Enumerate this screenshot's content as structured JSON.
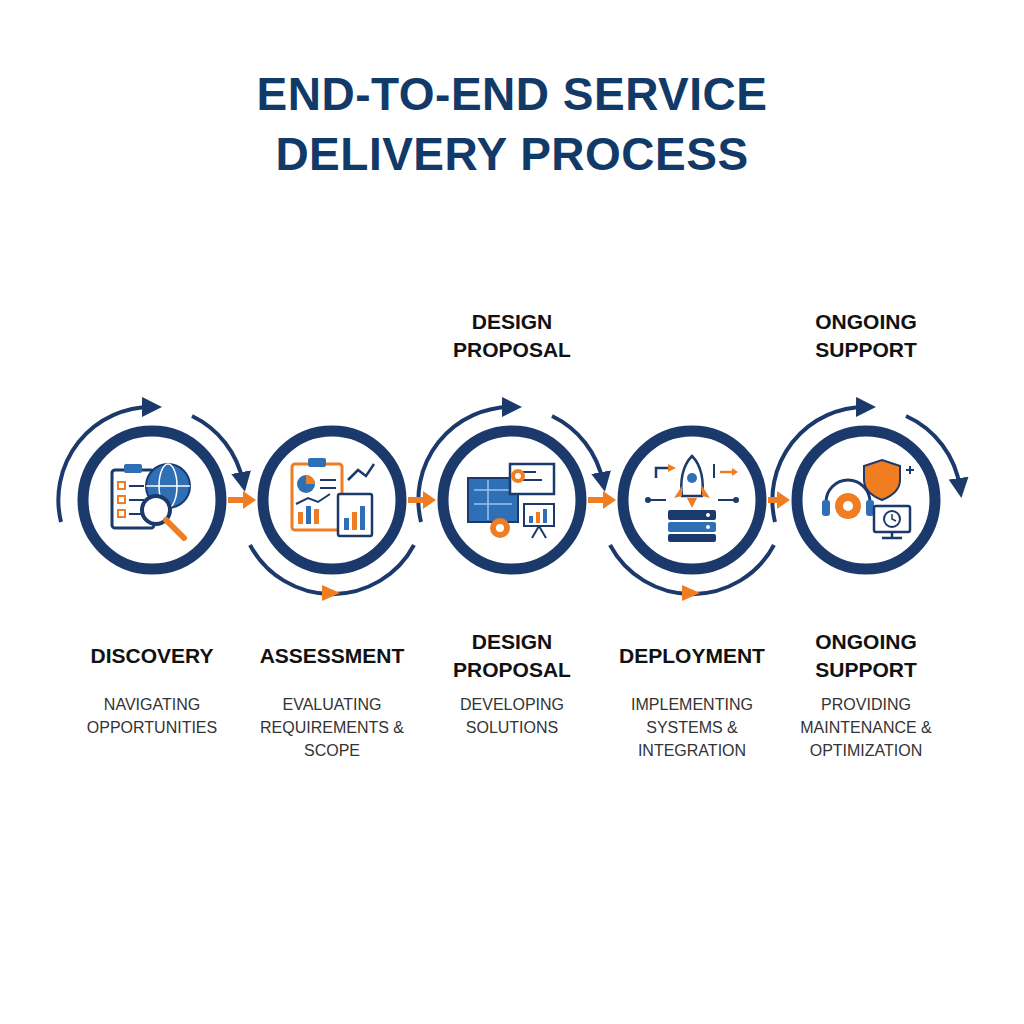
{
  "diagram": {
    "title": "END-TO-END SERVICE DELIVERY PROCESS",
    "nodes": [
      {
        "text": [
          "DISCOVERY",
          "NAVIGATING OPPORTUNITIES"
        ]
      },
      {
        "text": [
          "ASSESSMENT",
          "EVALUATING REQUIREMENTS & SCOPE"
        ]
      },
      {
        "text": [
          "DESIGN PROPOSAL",
          "DEVELOPING SOLUTIONS"
        ]
      },
      {
        "text": [
          "DEPLOYMENT",
          "IMPLEMENTING SYSTEMS & INTEGRATION"
        ]
      },
      {
        "text": [
          "ONGOING SUPPORT",
          "PROVIDING MAINTENANCE & OPTIMIZATION"
        ]
      }
    ],
    "edges": [
      {
        "from": 0,
        "to": 1,
        "arrow": "to"
      },
      {
        "from": 1,
        "to": 2,
        "arrow": "to"
      },
      {
        "from": 2,
        "to": 3,
        "arrow": "to"
      },
      {
        "from": 3,
        "to": 4,
        "arrow": "to"
      }
    ],
    "labels": [
      "DESIGN PROPOSAL",
      "ONGOING SUPPORT"
    ]
  }
}
